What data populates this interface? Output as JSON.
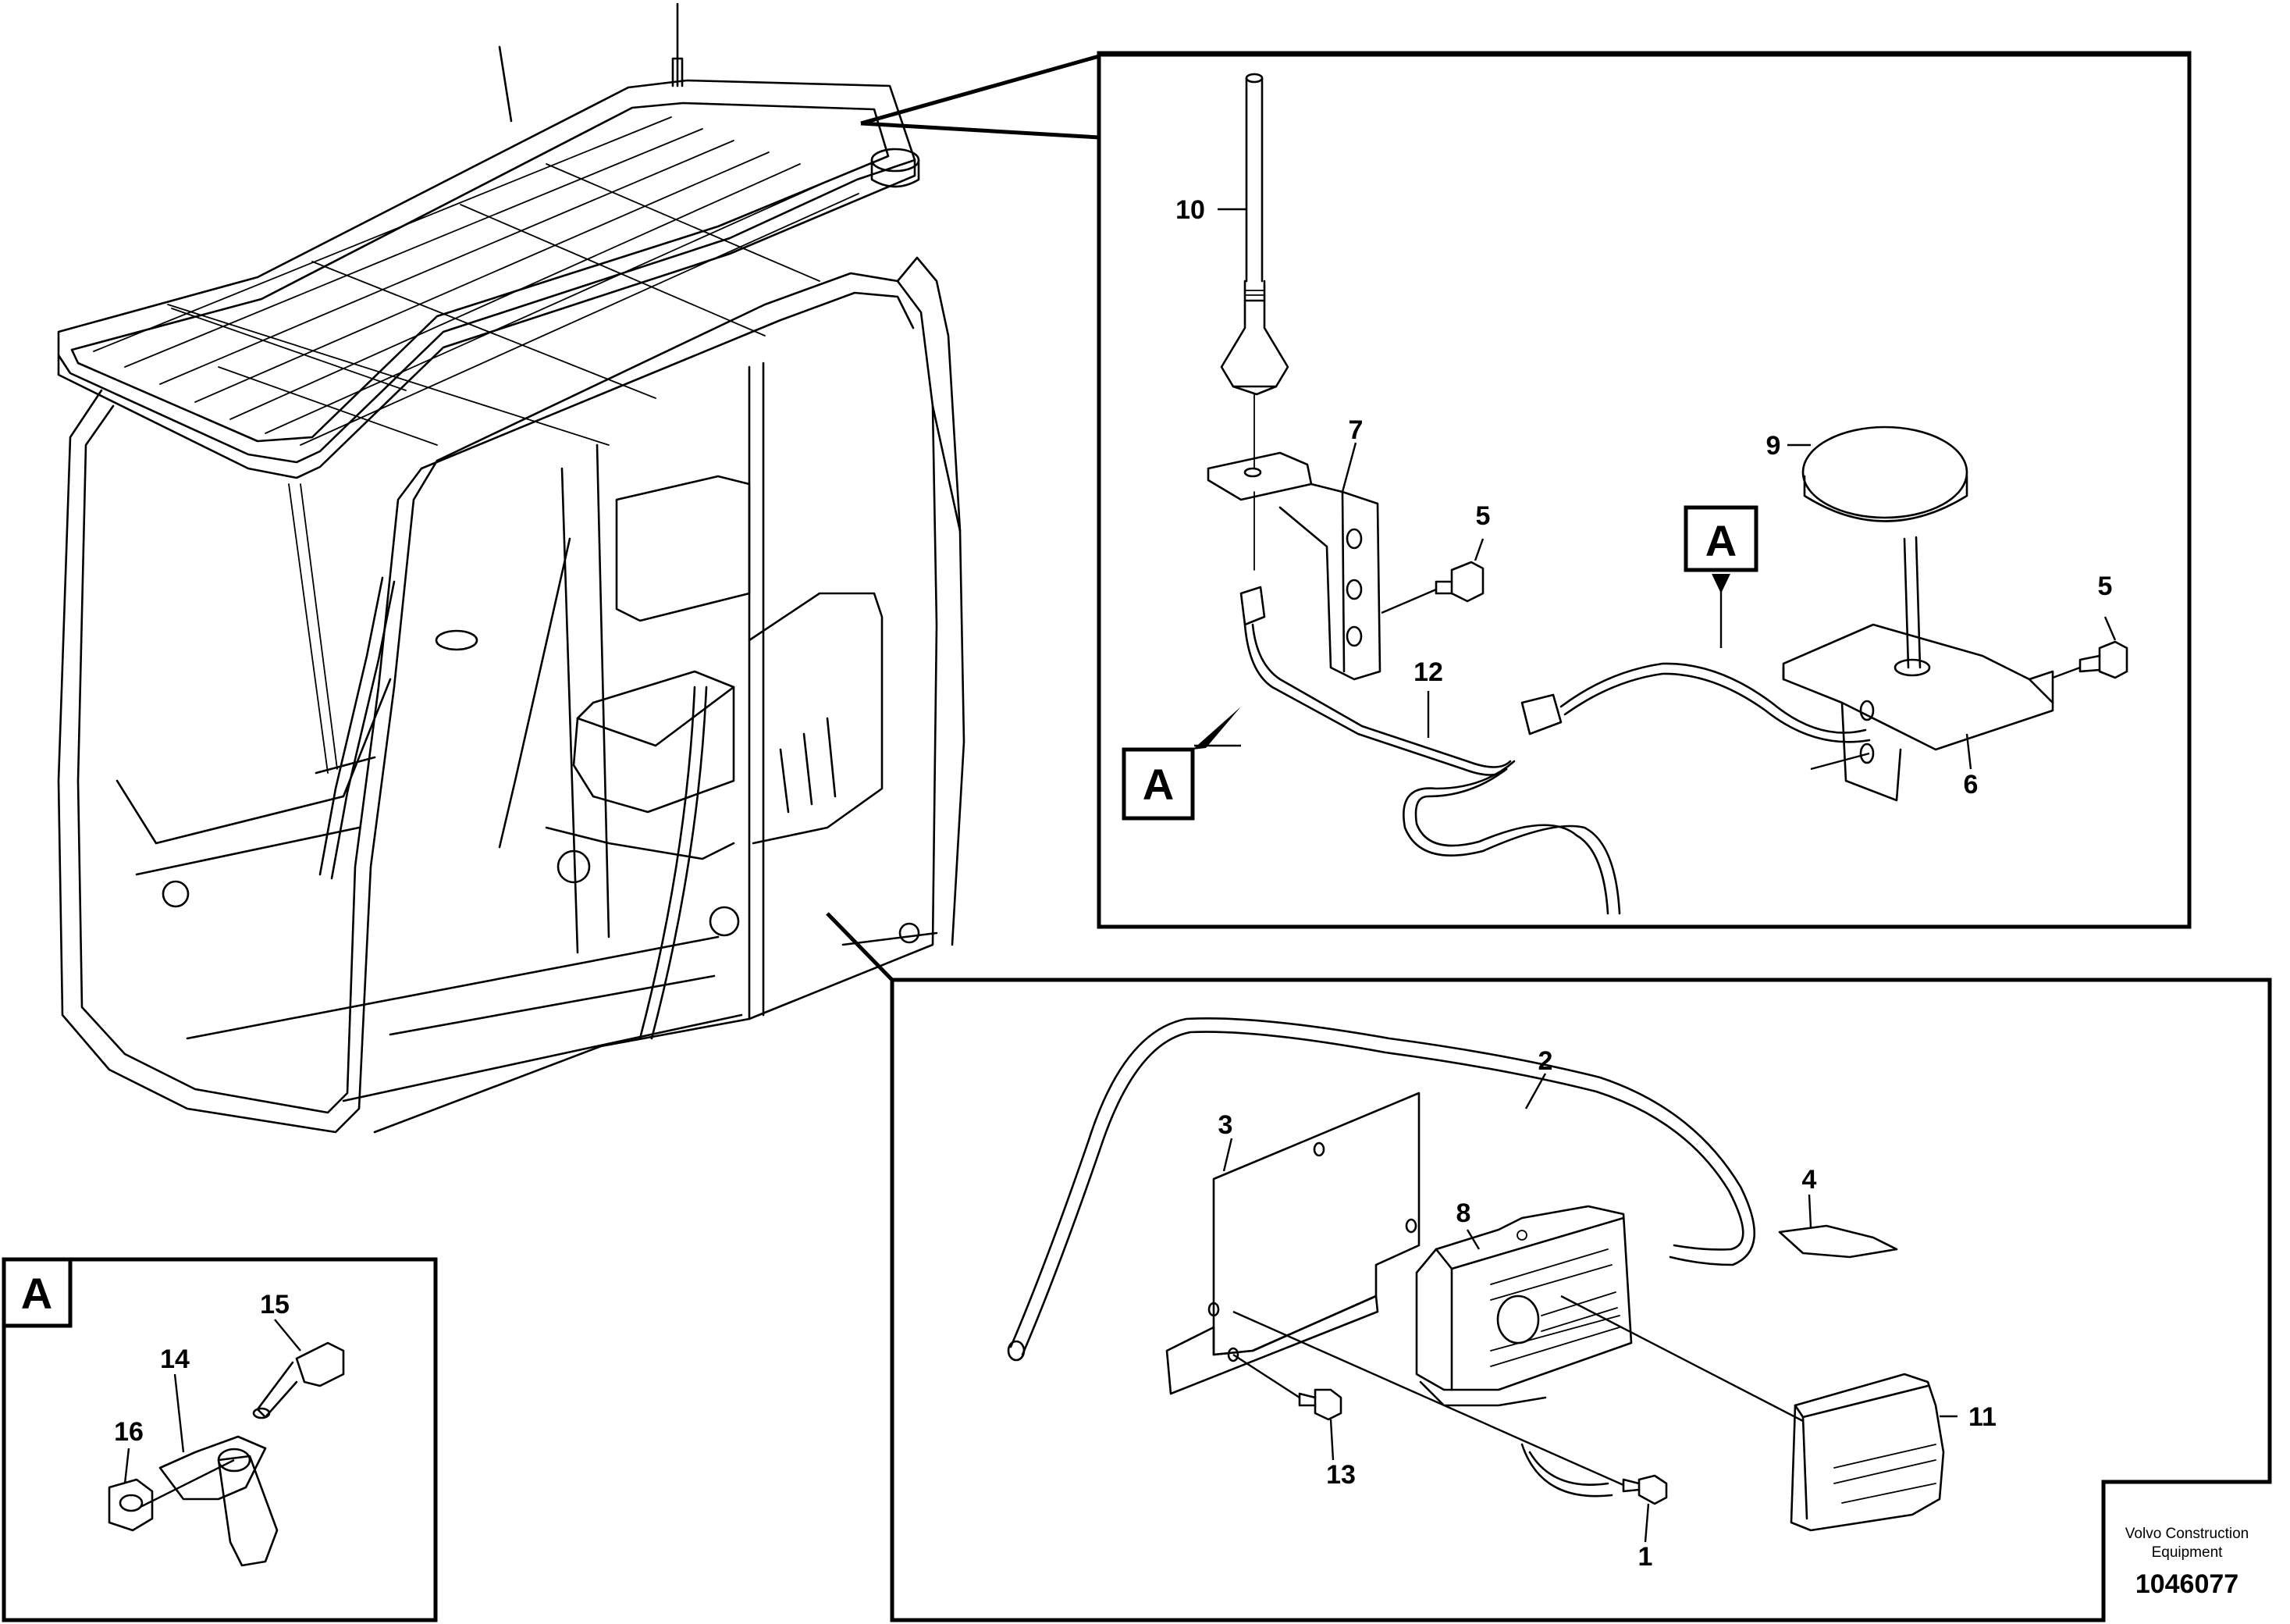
{
  "figure": {
    "brand_line1": "Volvo Construction",
    "brand_line2": "Equipment",
    "figure_code": "1046077"
  },
  "views": {
    "view_tag": "A"
  },
  "callouts": {
    "antenna_rod": "10",
    "antenna_bracket": "7",
    "bracket_screw_left": "5",
    "gps_antenna": "9",
    "bracket_screw_right": "5",
    "gps_bracket": "6",
    "antenna_cable": "12",
    "harness": "2",
    "mount_plate": "3",
    "control_unit": "8",
    "cover_plate": "4",
    "module": "11",
    "screw_lower": "13",
    "screw_right": "1",
    "flange_screw": "15",
    "spacer_plate": "14",
    "nut": "16"
  }
}
